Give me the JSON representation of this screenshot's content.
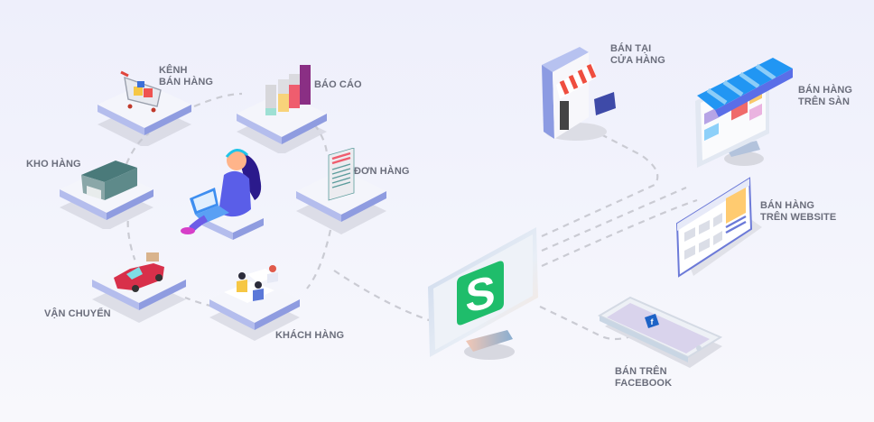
{
  "diagram": {
    "type": "ecosystem-illustration",
    "hub": {
      "name": "logo-monitor",
      "logo_letter": "S",
      "logo_color": "#1fbd6b"
    },
    "left_cluster": {
      "center": "person-with-laptop",
      "nodes": [
        {
          "id": "kenh-ban-hang",
          "line1": "KÊNH",
          "line2": "BÁN HÀNG",
          "icon": "shopping-cart"
        },
        {
          "id": "bao-cao",
          "line1": "BÁO CÁO",
          "icon": "bar-chart"
        },
        {
          "id": "don-hang",
          "line1": "ĐƠN HÀNG",
          "icon": "order-document"
        },
        {
          "id": "khach-hang",
          "line1": "KHÁCH HÀNG",
          "icon": "customers"
        },
        {
          "id": "van-chuyen",
          "line1": "VẬN CHUYỂN",
          "icon": "delivery-truck"
        },
        {
          "id": "kho-hang",
          "line1": "KHO HÀNG",
          "icon": "warehouse"
        }
      ]
    },
    "channels": [
      {
        "id": "ban-tai-cua-hang",
        "line1": "BÁN TẠI",
        "line2": "CỬA HÀNG",
        "icon": "storefront"
      },
      {
        "id": "ban-hang-tren-san",
        "line1": "BÁN HÀNG",
        "line2": "TRÊN SÀN",
        "icon": "marketplace-monitor"
      },
      {
        "id": "ban-hang-tren-website",
        "line1": "BÁN HÀNG",
        "line2": "TRÊN WEBSITE",
        "icon": "website-page"
      },
      {
        "id": "ban-tren-facebook",
        "line1": "BÁN TRÊN",
        "line2": "FACEBOOK",
        "icon": "phone-facebook"
      }
    ],
    "colors": {
      "label": "#6b6e7c",
      "dash": "#c9cad2",
      "platform_top": "#f4f5fb",
      "platform_side": "#a9b3ea",
      "accent_blue": "#2196f3",
      "accent_red": "#ef5350"
    }
  }
}
